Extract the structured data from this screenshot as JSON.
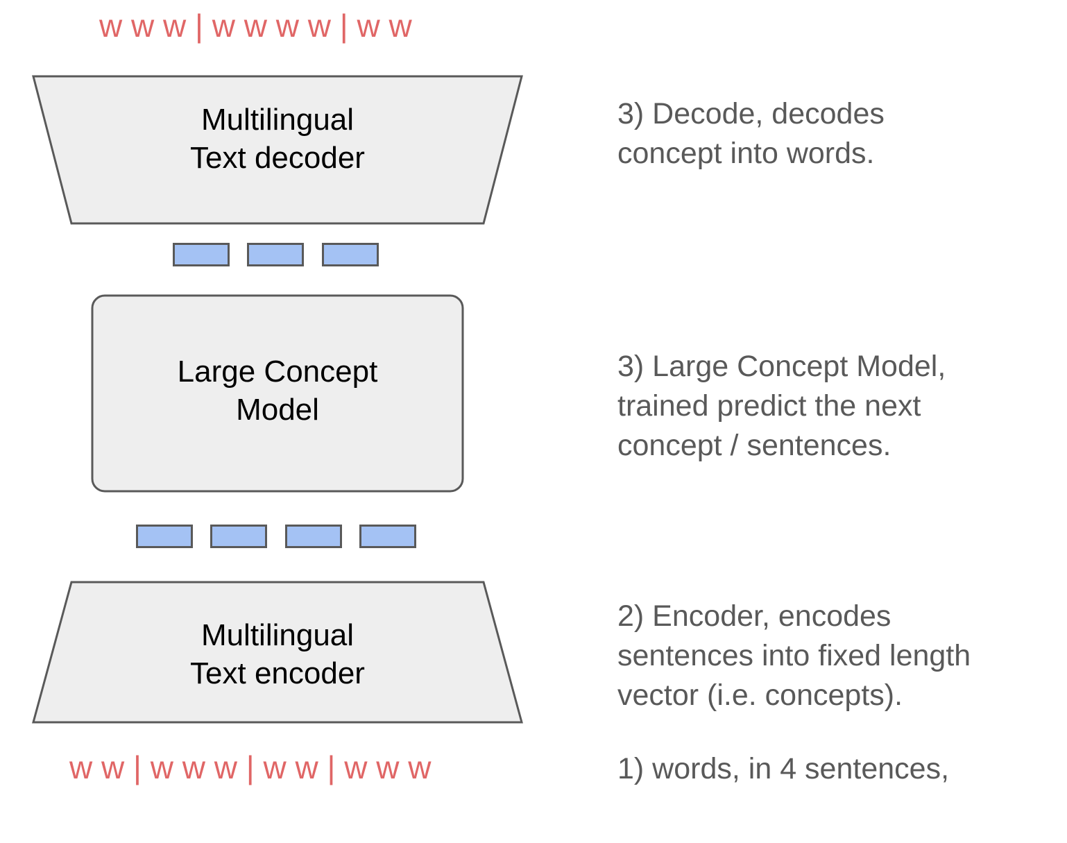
{
  "diagram": {
    "title": "Large Concept Model pipeline",
    "colors": {
      "token_red": "#e06666",
      "shape_fill": "#eeeeee",
      "shape_stroke": "#595959",
      "vector_blue": "#a4c2f4",
      "note_gray": "#595959",
      "background": "#ffffff"
    },
    "tokens": {
      "top": {
        "text": "w w w | w w w w | w w",
        "sentence_count": 3,
        "words_per_sentence": [
          3,
          4,
          2
        ]
      },
      "bottom": {
        "text": "w w | w w w | w w | w w w",
        "sentence_count": 4,
        "words_per_sentence": [
          2,
          3,
          2,
          3
        ]
      }
    },
    "blocks": {
      "decoder": {
        "label_line1": "Multilingual",
        "label_line2": "Text decoder",
        "shape": "trapezoid-inverted"
      },
      "lcm": {
        "label_line1": "Large Concept",
        "label_line2": "Model",
        "shape": "rounded-rectangle"
      },
      "encoder": {
        "label_line1": "Multilingual",
        "label_line2": "Text encoder",
        "shape": "trapezoid"
      }
    },
    "vectors": {
      "top_row": {
        "count": 3,
        "positions": [
          249,
          356,
          464
        ],
        "width": 82,
        "height": 34
      },
      "bottom_row": {
        "count": 4,
        "positions": [
          196,
          303,
          411,
          518
        ],
        "width": 82,
        "height": 34
      }
    },
    "notes": {
      "decode": "3) Decode, decodes\nconcept into words.",
      "lcm": "3) Large Concept Model,\ntrained predict the next\nconcept / sentences.",
      "encoder": "2) Encoder, encodes\nsentences into fixed length\nvector (i.e. concepts).",
      "words": "1) words, in 4 sentences,"
    }
  }
}
